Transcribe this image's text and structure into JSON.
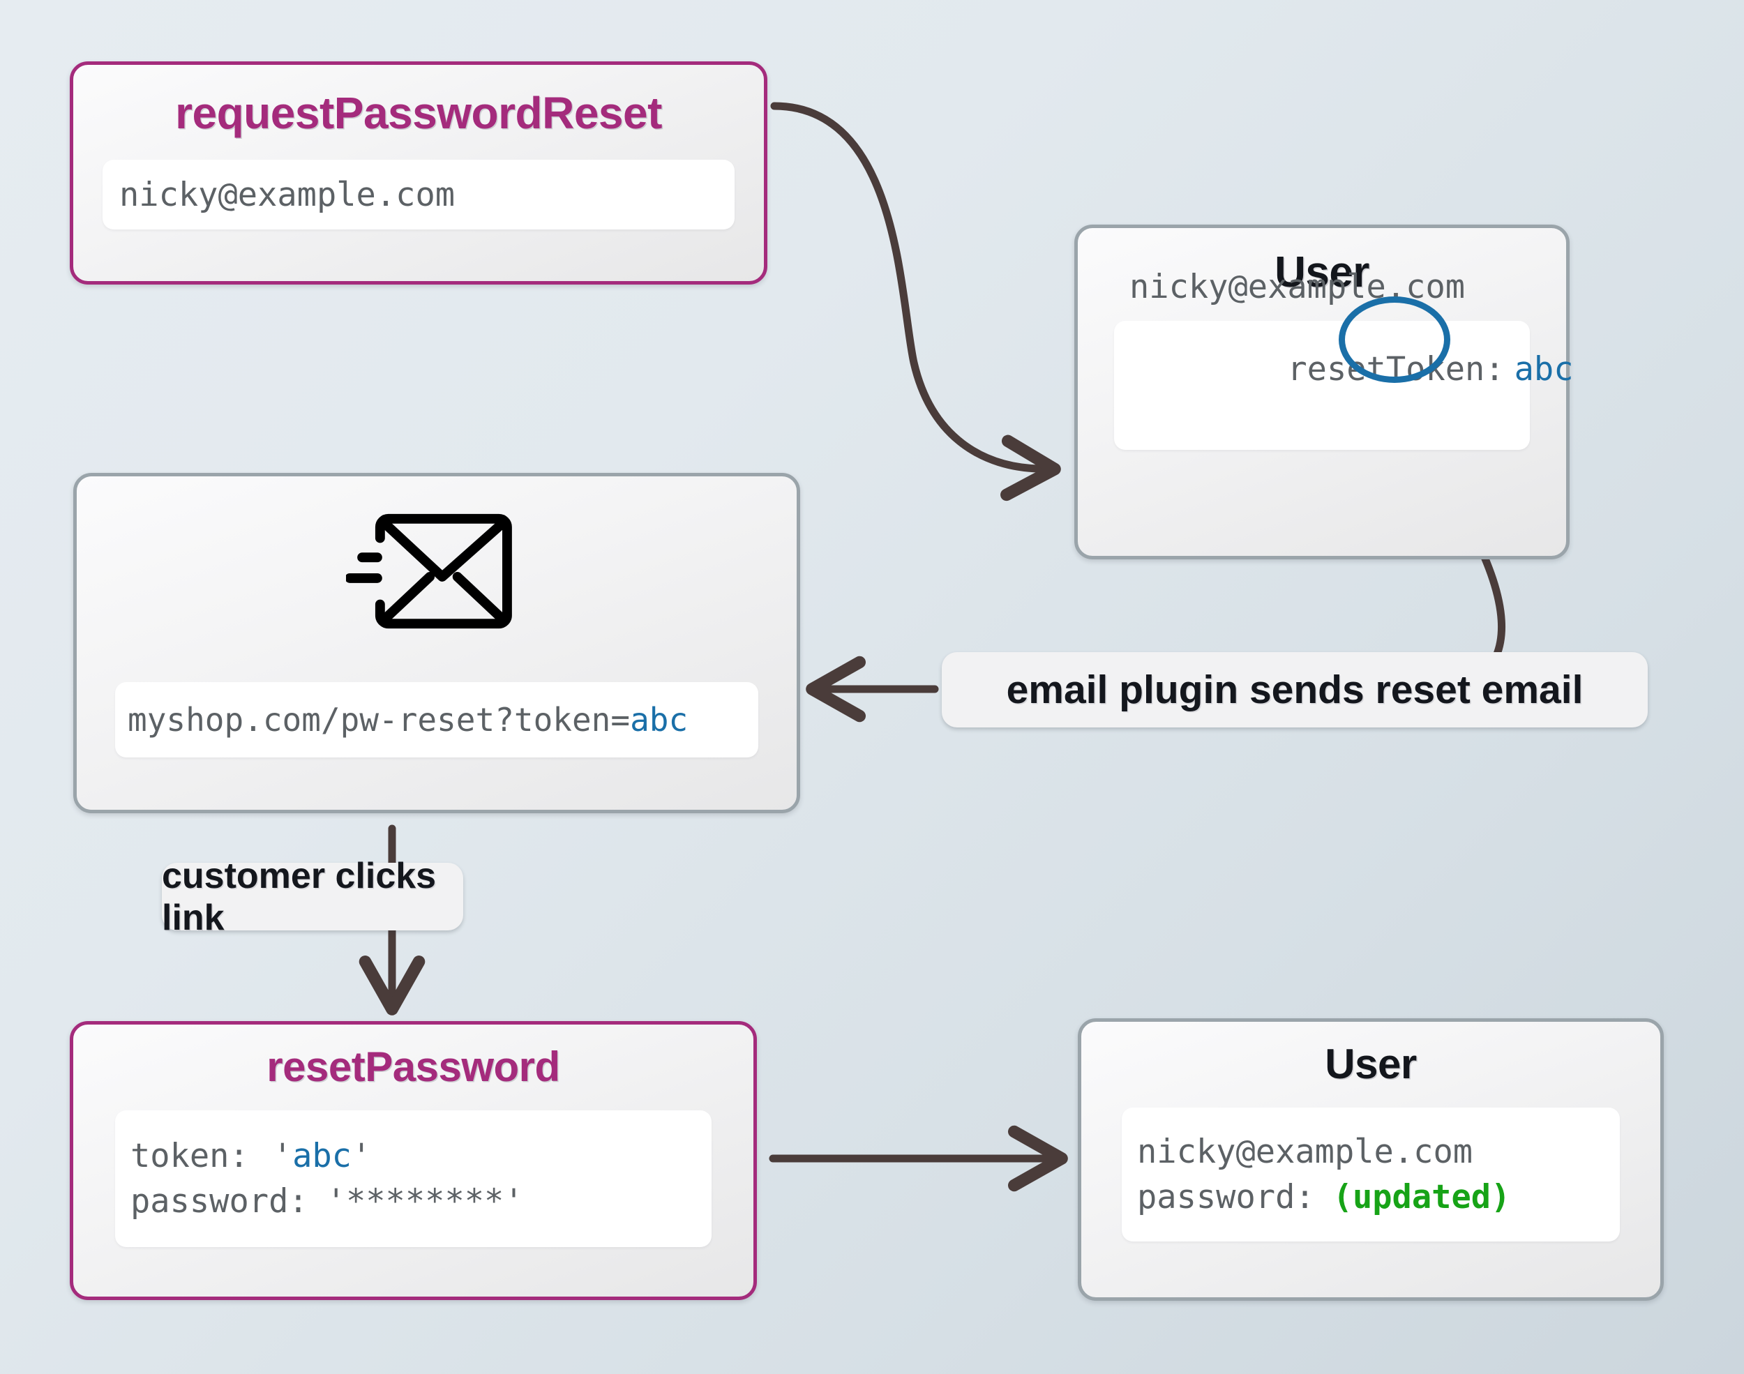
{
  "diagram": {
    "title_semantic": "password-reset-token-flow",
    "colors": {
      "accent_pink": "#a42b7c",
      "node_border_grey": "#9aa4aa",
      "token_blue": "#1a6fa8",
      "updated_green": "#17a317",
      "edge_brown": "#4a3c3a",
      "background_from": "#e6ecf1",
      "background_to": "#ccd6dd"
    }
  },
  "nodes": {
    "request_password_reset": {
      "title": "requestPasswordReset",
      "field_lines": [
        "nicky@example.com"
      ]
    },
    "user_top": {
      "title": "User",
      "email": "nicky@example.com",
      "token_label": "resetToken:",
      "token_value": "abc"
    },
    "email_message": {
      "icon": "envelope-send-icon",
      "link_prefix": "myshop.com/pw-reset?token=",
      "link_token": "abc"
    },
    "reset_password": {
      "title": "resetPassword",
      "token_label": "token:",
      "token_value": "'abc'",
      "token_quote_open": "'",
      "token_quote_close": "'",
      "token_inner": "abc",
      "password_label": "password:",
      "password_value": "'********'"
    },
    "user_bottom": {
      "title": "User",
      "email": "nicky@example.com",
      "password_label": "password:",
      "password_value": "(updated)"
    }
  },
  "edges": {
    "request_to_user": {
      "label": "",
      "style": "curved-arrow"
    },
    "user_to_email_plugin": {
      "label": "",
      "style": "curved-line"
    },
    "email_plugin_label": {
      "label": "email plugin sends reset email"
    },
    "customer_clicks_link": {
      "label": "customer clicks link"
    },
    "reset_to_user": {
      "label": "",
      "style": "straight-arrow"
    }
  }
}
